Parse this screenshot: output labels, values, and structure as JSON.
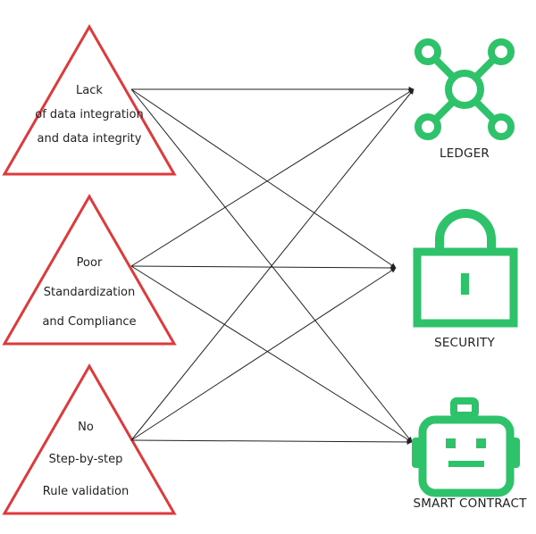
{
  "problems": [
    {
      "id": "integration",
      "lines": [
        "Lack",
        "of data integration",
        "and data integrity"
      ]
    },
    {
      "id": "standardization",
      "lines": [
        "Poor",
        "Standardization",
        "and Compliance"
      ]
    },
    {
      "id": "validation",
      "lines": [
        "No",
        "Step-by-step",
        "Rule validation"
      ]
    }
  ],
  "solutions": [
    {
      "id": "ledger",
      "label": "LEDGER",
      "icon": "ledger-network-icon"
    },
    {
      "id": "security",
      "label": "SECURITY",
      "icon": "padlock-icon"
    },
    {
      "id": "smart-contract",
      "label": "SMART CONTRACT",
      "icon": "robot-icon"
    }
  ],
  "colors": {
    "triangle_stroke": "#e0393b",
    "icon_green": "#2ec26a",
    "connector": "#222222"
  }
}
